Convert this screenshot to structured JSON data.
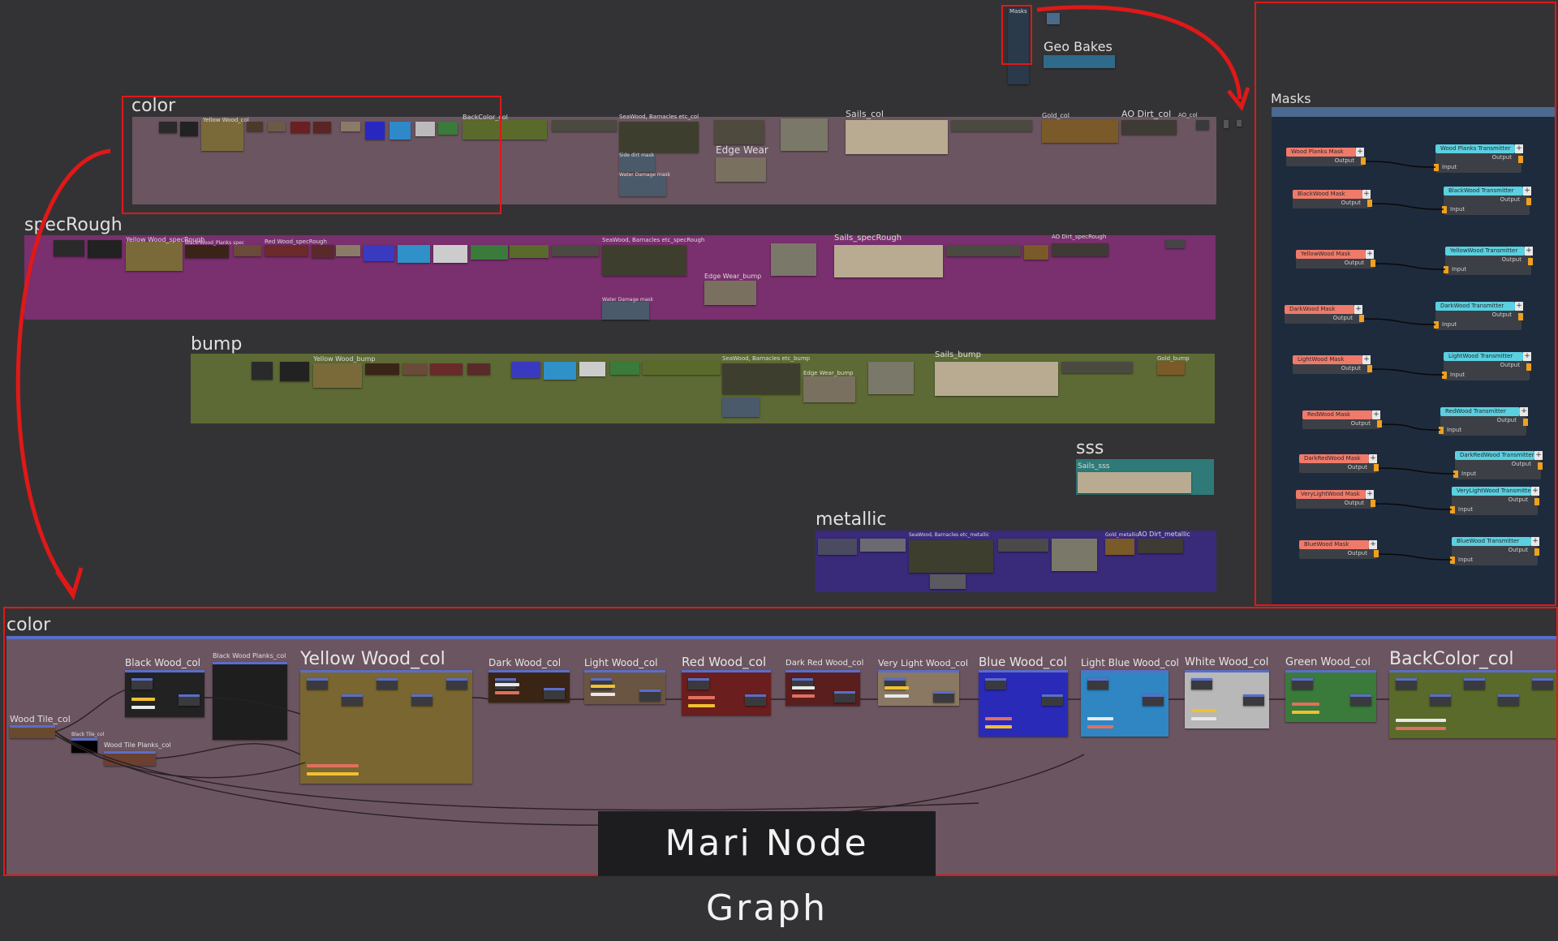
{
  "top_overview": {
    "groups": [
      {
        "id": "color",
        "label": "color"
      },
      {
        "id": "specRough",
        "label": "specRough"
      },
      {
        "id": "bump",
        "label": "bump"
      },
      {
        "id": "sss",
        "label": "sss"
      },
      {
        "id": "metallic",
        "label": "metallic"
      }
    ],
    "sublabels": {
      "color_sails": "Sails_col",
      "color_edge_wear": "Edge Wear",
      "color_ao_dirt": "AO Dirt_col",
      "color_gold": "Gold_col",
      "color_ao": "AO_col",
      "color_backcolor": "BackColor_col",
      "color_yellow": "Yellow Wood_col",
      "color_seawood": "SeaWood, Barnacles etc_col",
      "color_side_dirt": "Side dirt mask",
      "color_water_damage": "Water Damage mask",
      "spec_yellow": "Yellow Wood_specRough",
      "spec_black_planks": "Black Wood_Planks spec",
      "spec_red": "Red Wood_specRough",
      "spec_seawood": "SeaWood, Barnacles etc_specRough",
      "spec_sails": "Sails_specRough",
      "spec_edge_wear": "Edge Wear_bump",
      "spec_ao_dirt": "AO Dirt_specRough",
      "spec_water_damage": "Water Damage mask",
      "bump_yellow": "Yellow Wood_bump",
      "bump_seawood": "SeaWood, Barnacles etc_bump",
      "bump_sails": "Sails_bump",
      "bump_edge_wear": "Edge Wear_bump",
      "bump_gold": "Gold_bump",
      "sss_sails": "Sails_sss",
      "metal_seawood": "SeaWood, Barnacles etc_metallic",
      "metal_gold": "Gold_metallic",
      "metal_ao_dirt": "AO Dirt_metallic"
    },
    "masks_mini_label": "Masks",
    "geo_bakes_label": "Geo Bakes"
  },
  "masks_panel": {
    "title": "Masks",
    "pairs": [
      {
        "mask": "Wood Planks Mask",
        "transmitter": "Wood Planks Transmitter"
      },
      {
        "mask": "BlackWood Mask",
        "transmitter": "BlackWood Transmitter"
      },
      {
        "mask": "YellowWood Mask",
        "transmitter": "YellowWood Transmitter"
      },
      {
        "mask": "DarkWood Mask",
        "transmitter": "DarkWood Transmitter"
      },
      {
        "mask": "LightWood Mask",
        "transmitter": "LightWood Transmitter"
      },
      {
        "mask": "RedWood Mask",
        "transmitter": "RedWood Transmitter"
      },
      {
        "mask": "DarkRedWood Mask",
        "transmitter": "DarkRedWood Transmitter"
      },
      {
        "mask": "VeryLightWood Mask",
        "transmitter": "VeryLightWood Transmitter"
      },
      {
        "mask": "BlueWood Mask",
        "transmitter": "BlueWood Transmitter"
      }
    ],
    "output_label": "Output",
    "input_label": "Input",
    "plus": "+"
  },
  "detail": {
    "group_label": "color",
    "wood_tile": "Wood Tile_col",
    "black_tile": "Black Tile_col",
    "wood_tile_planks": "Wood Tile Planks_col",
    "black_planks": "Black Wood Planks_col",
    "groups": [
      {
        "label": "Black Wood_col"
      },
      {
        "label": "Yellow Wood_col"
      },
      {
        "label": "Dark Wood_col"
      },
      {
        "label": "Light Wood_col"
      },
      {
        "label": "Red Wood_col"
      },
      {
        "label": "Dark Red Wood_col"
      },
      {
        "label": "Very Light Wood_col"
      },
      {
        "label": "Blue Wood_col"
      },
      {
        "label": "Light Blue Wood_col"
      },
      {
        "label": "White Wood_col"
      },
      {
        "label": "Green Wood_col"
      },
      {
        "label": "BackColor_col"
      }
    ]
  },
  "caption": "Mari Node Graph",
  "colors": {
    "canvas": "#333335",
    "color_group": "#6b5560",
    "specRough_group": "#7a2f6e",
    "bump_group": "#5e6a35",
    "sss_group": "#2f7a78",
    "metallic_group": "#3a2a7a",
    "masks_panel": "#1e2b3d",
    "highlight_red": "#e01818",
    "mask_node": "#f07a6a",
    "transmitter_node": "#5ad0e0"
  }
}
